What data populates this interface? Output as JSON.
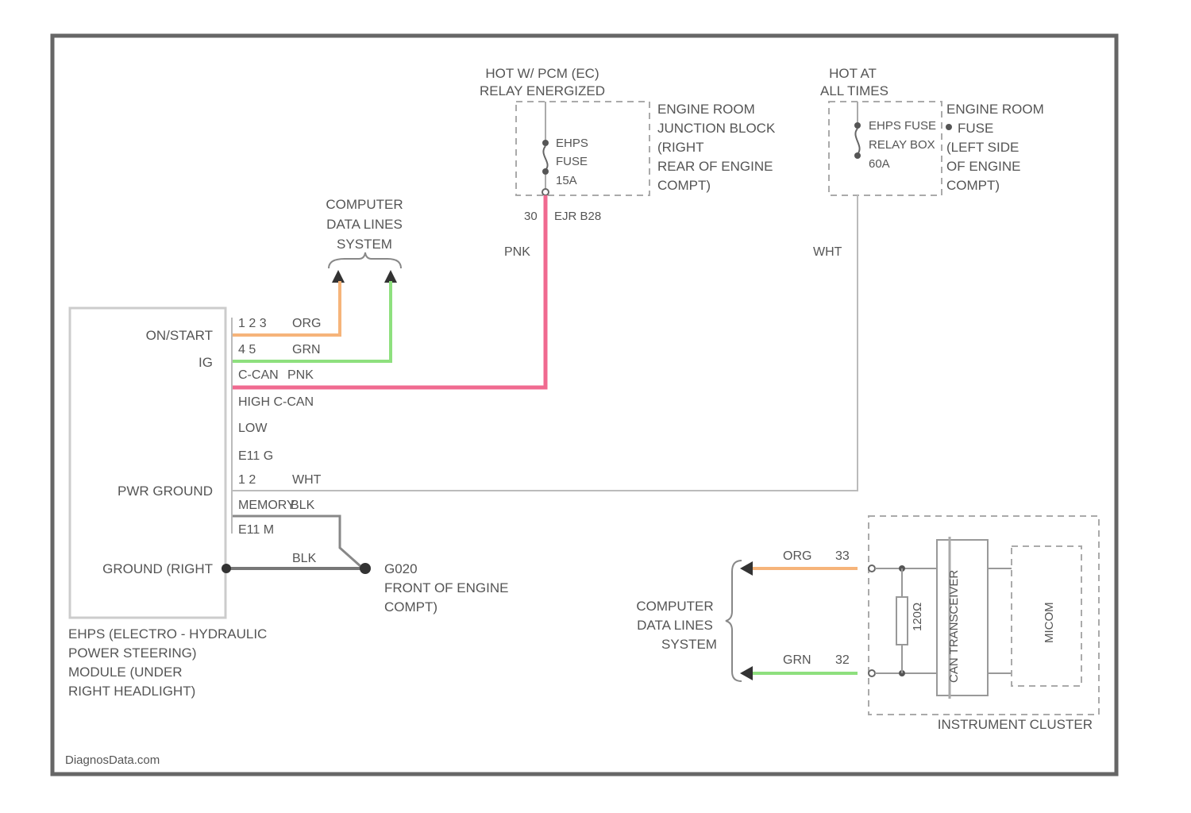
{
  "colors": {
    "frame": "#666666",
    "orange_wire": "#f6b47a",
    "green_wire": "#8ee07e",
    "pink_wire": "#f06a90",
    "gray_wire": "#aaaaaa",
    "ground_wire": "#777777",
    "dash": "#aaaaaa",
    "text": "#555555"
  },
  "fuse_box_1": {
    "hot_label": [
      "HOT W/ PCM (EC)",
      "RELAY ENERGIZED"
    ],
    "fuse_label": [
      "EHPS",
      "FUSE",
      "15A"
    ],
    "location": [
      "ENGINE ROOM",
      "JUNCTION BLOCK",
      "(RIGHT",
      "REAR OF ENGINE",
      "COMPT)"
    ],
    "connector": "30",
    "connector_ref": "EJR B28",
    "wire_color": "PNK"
  },
  "fuse_box_2": {
    "hot_label": [
      "HOT AT",
      "ALL TIMES"
    ],
    "fuse_label": [
      "EHPS FUSE",
      "RELAY BOX",
      "60A"
    ],
    "location": [
      "ENGINE ROOM",
      "FUSE",
      "(LEFT SIDE",
      "OF ENGINE",
      "COMPT)"
    ],
    "wire_color": "WHT"
  },
  "data_lines_top": [
    "COMPUTER",
    "DATA LINES",
    "SYSTEM"
  ],
  "module": {
    "pin_labels": [
      "ON/START",
      "IG",
      "PWR GROUND",
      "GROUND (RIGHT"
    ],
    "wires": [
      {
        "pins": "1 2 3",
        "color": "ORG"
      },
      {
        "pins": "4 5",
        "color": "GRN"
      },
      {
        "pins": "C-CAN",
        "color": "PNK"
      },
      {
        "pins": "HIGH C-CAN",
        "color": ""
      },
      {
        "pins": "LOW",
        "color": ""
      },
      {
        "pins": "E11 G",
        "color": ""
      },
      {
        "pins": "1 2",
        "color": "WHT"
      },
      {
        "pins": "MEMORY",
        "color": "BLK"
      },
      {
        "pins": "E11 M",
        "color": ""
      }
    ],
    "ground_wire_color": "BLK",
    "name": [
      "EHPS (ELECTRO - HYDRAULIC",
      "POWER STEERING)",
      "MODULE (UNDER",
      "RIGHT HEADLIGHT)"
    ]
  },
  "ground_point": {
    "id": "G020",
    "location": [
      "FRONT OF ENGINE",
      "COMPT)"
    ]
  },
  "cluster": {
    "data_lines": [
      "COMPUTER",
      "DATA LINES",
      "SYSTEM"
    ],
    "wire1": {
      "color": "ORG",
      "pin": "33"
    },
    "wire2": {
      "color": "GRN",
      "pin": "32"
    },
    "resistor_label": "120Ω",
    "transceiver_label": "CAN TRANSCEIVER",
    "module_label": "MICOM",
    "name": "INSTRUMENT CLUSTER"
  },
  "watermark": "DiagnosData.com"
}
